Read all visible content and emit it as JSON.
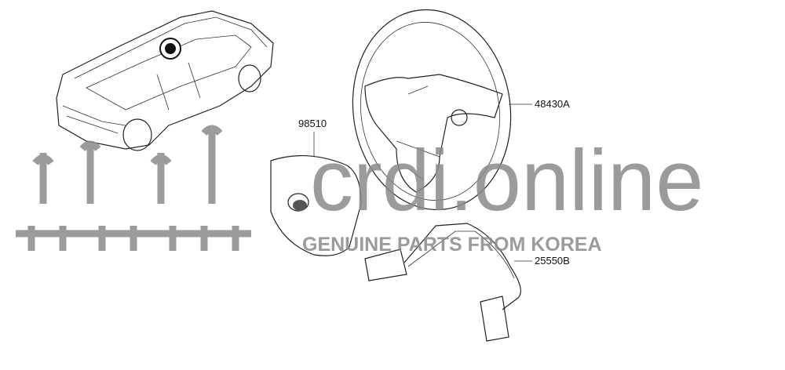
{
  "parts": [
    {
      "number": "98510",
      "name": "airbag-module"
    },
    {
      "number": "48430A",
      "name": "steering-wheel"
    },
    {
      "number": "25550B",
      "name": "remote-control-switch"
    }
  ],
  "watermark": {
    "site": "crdi.online",
    "tagline": "GENUINE PARTS FROM KOREA"
  }
}
